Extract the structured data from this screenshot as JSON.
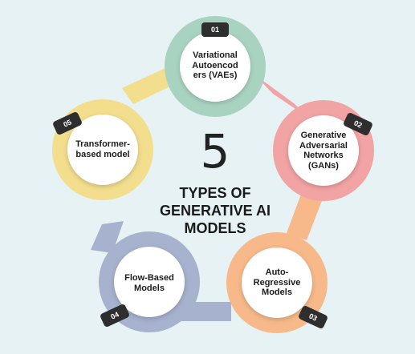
{
  "center": {
    "number": "5",
    "title_line1": "TYPES OF",
    "title_line2": "GENERATIVE AI",
    "title_line3": "MODELS"
  },
  "nodes": [
    {
      "id": "vae",
      "badge": "01",
      "label": "Variational\nAutoencod\ners (VAEs)",
      "color": "#a9d3c1"
    },
    {
      "id": "gan",
      "badge": "02",
      "label": "Generative\nAdversarial\nNetworks\n(GANs)",
      "color": "#f2a3a3"
    },
    {
      "id": "autoregressive",
      "badge": "03",
      "label": "Auto-\nRegressive\nModels",
      "color": "#f7b98a"
    },
    {
      "id": "flow",
      "badge": "04",
      "label": "Flow-Based\nModels",
      "color": "#a7b2cf"
    },
    {
      "id": "transformer",
      "badge": "05",
      "label": "Transformer-\nbased model",
      "color": "#f3de8e"
    }
  ],
  "colors": {
    "background": "#e6f2f4",
    "badge": "#2e2e2e"
  }
}
